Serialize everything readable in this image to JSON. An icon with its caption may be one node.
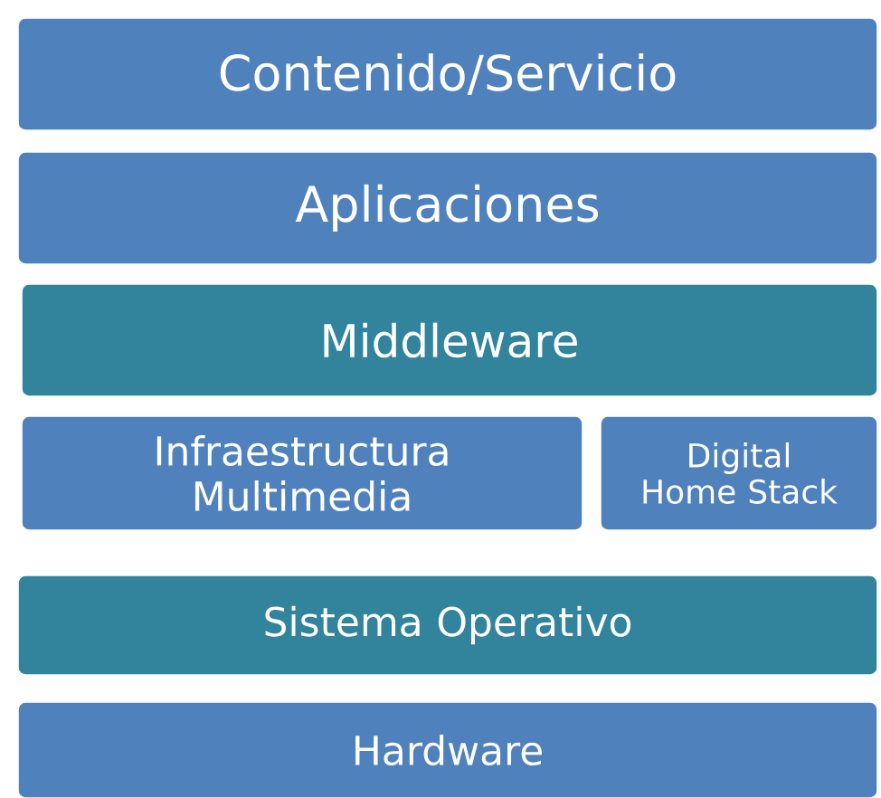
{
  "diagram": {
    "nodes": [
      {
        "text": [
          "Contenido/Servicio"
        ]
      },
      {
        "text": [
          "Aplicaciones"
        ]
      },
      {
        "text": [
          "Middleware"
        ]
      },
      {
        "text": [
          "Infraestructura Multimedia"
        ]
      },
      {
        "text": [
          "Digital Home Stack"
        ]
      },
      {
        "text": [
          "Sistema Operativo"
        ]
      },
      {
        "text": [
          "Hardware"
        ]
      }
    ]
  }
}
